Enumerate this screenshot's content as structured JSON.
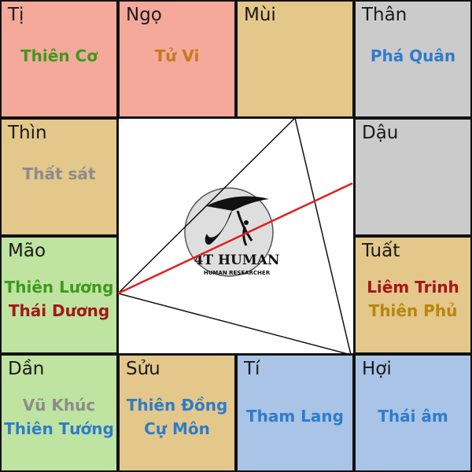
{
  "colors": {
    "red": "#f4a99b",
    "tan": "#e3c78b",
    "gray": "#cbcbcb",
    "green": "#bfe3a0",
    "blue": "#a9c4e6",
    "star_green": "#3e9a1c",
    "star_orange": "#c47a1e",
    "star_blue": "#2f7ccb",
    "star_gray": "#8c8c8c",
    "star_red": "#a3171c",
    "star_gold": "#b8860b",
    "line_red": "#e02020"
  },
  "palaces": [
    {
      "id": "ti",
      "branch": "Tị",
      "bg": "red",
      "stars": [
        {
          "name": "Thiên Cơ",
          "color": "star_green"
        }
      ]
    },
    {
      "id": "ngo",
      "branch": "Ngọ",
      "bg": "red",
      "stars": [
        {
          "name": "Tử Vi",
          "color": "star_orange"
        }
      ]
    },
    {
      "id": "mui",
      "branch": "Mùi",
      "bg": "tan",
      "stars": []
    },
    {
      "id": "than",
      "branch": "Thân",
      "bg": "gray",
      "stars": [
        {
          "name": "Phá Quân",
          "color": "star_blue"
        }
      ]
    },
    {
      "id": "thin",
      "branch": "Thìn",
      "bg": "tan",
      "stars": [
        {
          "name": "Thất sát",
          "color": "star_gray"
        }
      ]
    },
    {
      "id": "dau",
      "branch": "Dậu",
      "bg": "gray",
      "stars": []
    },
    {
      "id": "mao",
      "branch": "Mão",
      "bg": "green",
      "stars": [
        {
          "name": "Thiên Lương",
          "color": "star_green"
        },
        {
          "name": "Thái Dương",
          "color": "star_red"
        }
      ]
    },
    {
      "id": "tuat",
      "branch": "Tuất",
      "bg": "tan",
      "stars": [
        {
          "name": "Liêm Trinh",
          "color": "star_red"
        },
        {
          "name": "Thiên Phủ",
          "color": "star_gold"
        }
      ]
    },
    {
      "id": "dan",
      "branch": "Dần",
      "bg": "green",
      "stars": [
        {
          "name": "Vũ Khúc",
          "color": "star_gray"
        },
        {
          "name": "Thiên Tướng",
          "color": "star_blue"
        }
      ]
    },
    {
      "id": "suu",
      "branch": "Sửu",
      "bg": "tan",
      "stars": [
        {
          "name": "Thiên Đồng",
          "color": "star_blue"
        },
        {
          "name": "Cự Môn",
          "color": "star_blue"
        }
      ]
    },
    {
      "id": "ty",
      "branch": "Tí",
      "bg": "blue",
      "stars": [
        {
          "name": "Tham Lang",
          "color": "star_blue"
        }
      ]
    },
    {
      "id": "hoi",
      "branch": "Hợi",
      "bg": "blue",
      "stars": [
        {
          "name": "Thái âm",
          "color": "star_blue"
        }
      ]
    }
  ],
  "logo": {
    "brand": "4T HUMAN",
    "tagline": "HUMAN RESEARCHER"
  }
}
